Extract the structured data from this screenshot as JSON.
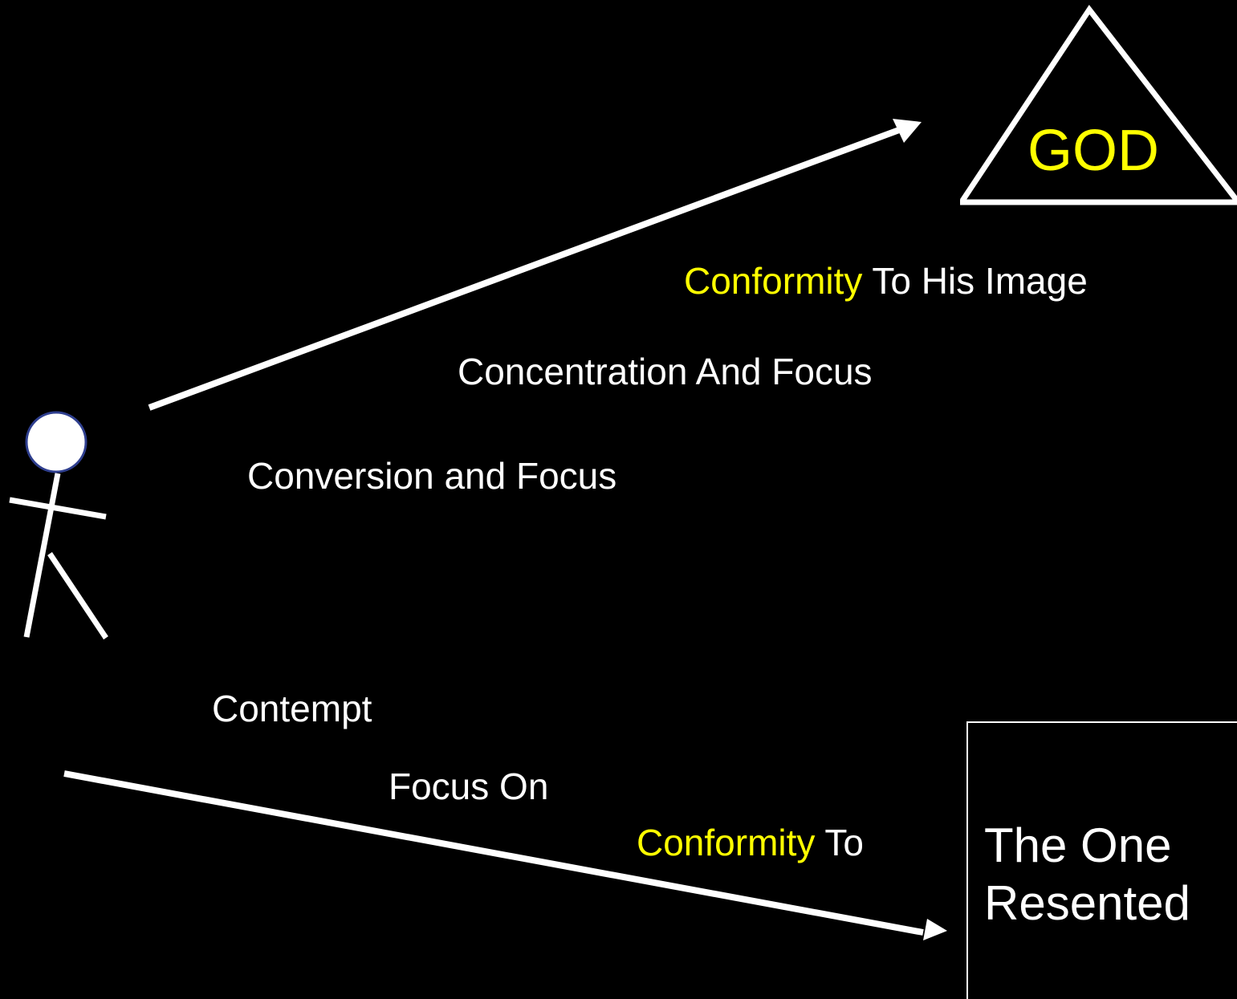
{
  "colors": {
    "background": "#000000",
    "foreground": "#ffffff",
    "accent": "#ffff00"
  },
  "top": {
    "god": "GOD",
    "conformity_word": "Conformity",
    "conformity_rest": " To His Image",
    "concentration": "Concentration And Focus",
    "conversion": "Conversion and Focus"
  },
  "bottom": {
    "contempt": "Contempt",
    "focus_on": "Focus On",
    "conformity_word": "Conformity",
    "conformity_rest": " To",
    "resented_line1": "The One",
    "resented_line2": "Resented"
  }
}
